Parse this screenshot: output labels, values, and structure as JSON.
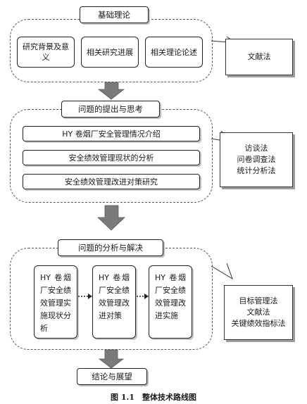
{
  "section1": {
    "title": "基础理论",
    "items": [
      "研究背景及意义",
      "相关研究进展",
      "相关理论论述"
    ],
    "method_lines": [
      "文献法"
    ]
  },
  "section2": {
    "title": "问题的提出与思考",
    "items": [
      "HY 卷烟厂安全管理情况介绍",
      "安全绩效管理现状的分析",
      "安全绩效管理改进对策研究"
    ],
    "method_lines": [
      "访谈法",
      "问卷调查法",
      "统计分析法"
    ]
  },
  "section3": {
    "title": "问题的分析与解决",
    "items": [
      "HY 卷烟厂安全绩效管理实施现状分析",
      "HY 卷烟厂安全绩效管理改进对策",
      "HY 卷烟厂安全绩效管理改进实施"
    ],
    "method_lines": [
      "目标管理法",
      "文献法",
      "关键绩效指标法"
    ]
  },
  "conclusion": "结论与展望",
  "caption": "图 1.1　整体技术路线图",
  "colors": {
    "arrow": "#7a7a7a",
    "shadow": "#9e9e9e",
    "border": "#222222"
  }
}
